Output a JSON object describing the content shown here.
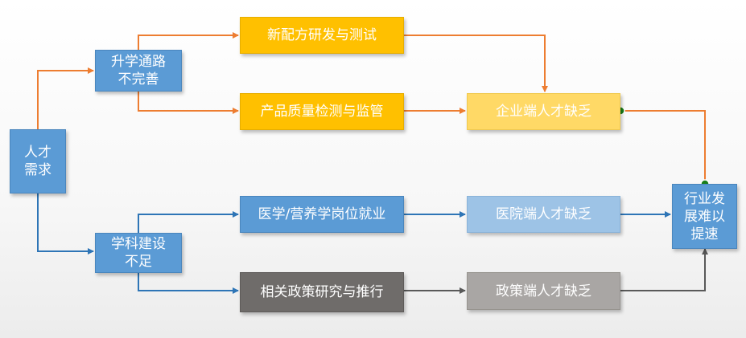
{
  "nodes": {
    "talent_demand": "人才\n需求",
    "promotion_path": "升学通路\n不完善",
    "discipline": "学科建设\n不足",
    "new_formula": "新配方研发与测试",
    "quality": "产品质量检测与监管",
    "enterprise_shortage": "企业端人才缺乏",
    "medical_jobs": "医学/营养学岗位就业",
    "hospital_shortage": "医院端人才缺乏",
    "policy_research": "相关政策研究与推行",
    "policy_shortage": "政策端人才缺乏",
    "industry": "行业发\n展难以\n提速"
  },
  "colors": {
    "orange_line": "#ed7d31",
    "blue_line": "#2e75b6",
    "gray_line": "#595959",
    "dot_fill": "#1a7f1a"
  }
}
